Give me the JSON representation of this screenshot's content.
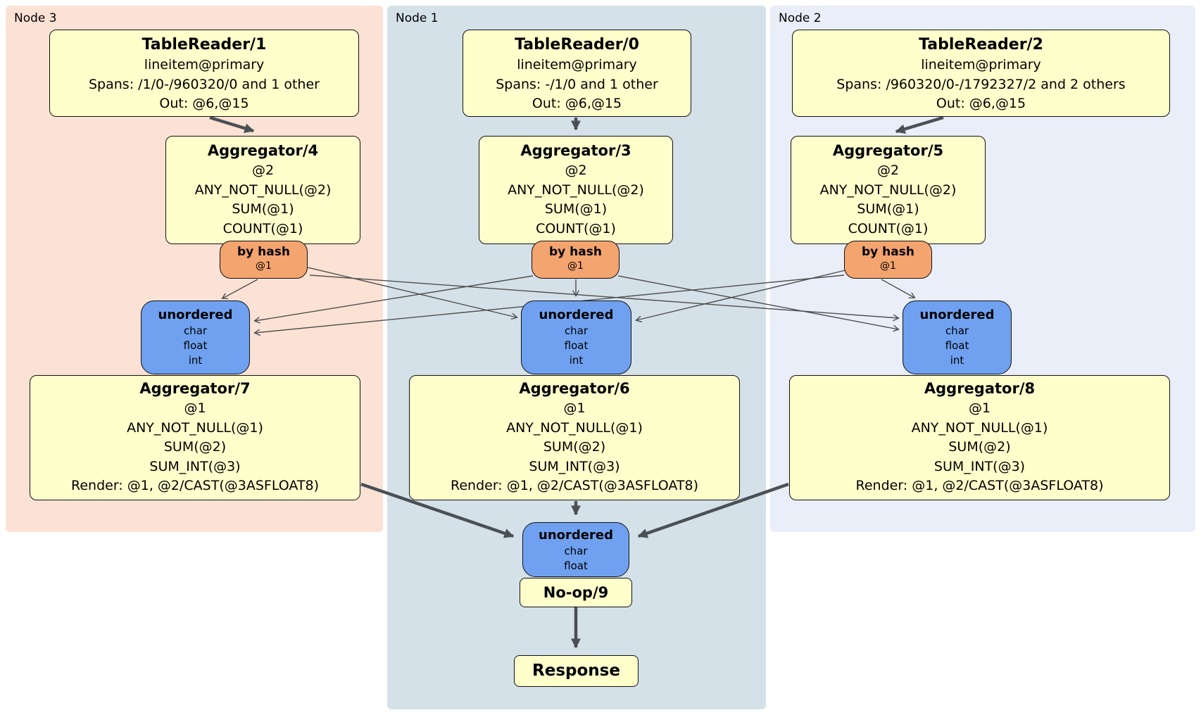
{
  "n3": {
    "label": "Node 3",
    "tr": {
      "title": "TableReader/1",
      "lines": [
        "lineitem@primary",
        "Spans: /1/0-/960320/0 and 1 other",
        "Out: @6,@15"
      ]
    },
    "agg_top": {
      "title": "Aggregator/4",
      "lines": [
        "@2",
        "ANY_NOT_NULL(@2)",
        "SUM(@1)",
        "COUNT(@1)"
      ]
    },
    "router": {
      "title": "by hash",
      "key": "@1"
    },
    "stream": {
      "title": "unordered",
      "types": [
        "char",
        "float",
        "int"
      ]
    },
    "agg_bottom": {
      "title": "Aggregator/7",
      "lines": [
        "@1",
        "ANY_NOT_NULL(@1)",
        "SUM(@2)",
        "SUM_INT(@3)",
        "Render: @1, @2/CAST(@3ASFLOAT8)"
      ]
    }
  },
  "n1": {
    "label": "Node 1",
    "tr": {
      "title": "TableReader/0",
      "lines": [
        "lineitem@primary",
        "Spans: -/1/0 and 1 other",
        "Out: @6,@15"
      ]
    },
    "agg_top": {
      "title": "Aggregator/3",
      "lines": [
        "@2",
        "ANY_NOT_NULL(@2)",
        "SUM(@1)",
        "COUNT(@1)"
      ]
    },
    "router": {
      "title": "by hash",
      "key": "@1"
    },
    "stream": {
      "title": "unordered",
      "types": [
        "char",
        "float",
        "int"
      ]
    },
    "agg_bottom": {
      "title": "Aggregator/6",
      "lines": [
        "@1",
        "ANY_NOT_NULL(@1)",
        "SUM(@2)",
        "SUM_INT(@3)",
        "Render: @1, @2/CAST(@3ASFLOAT8)"
      ]
    }
  },
  "n2": {
    "label": "Node 2",
    "tr": {
      "title": "TableReader/2",
      "lines": [
        "lineitem@primary",
        "Spans: /960320/0-/1792327/2 and 2 others",
        "Out: @6,@15"
      ]
    },
    "agg_top": {
      "title": "Aggregator/5",
      "lines": [
        "@2",
        "ANY_NOT_NULL(@2)",
        "SUM(@1)",
        "COUNT(@1)"
      ]
    },
    "router": {
      "title": "by hash",
      "key": "@1"
    },
    "stream": {
      "title": "unordered",
      "types": [
        "char",
        "float",
        "int"
      ]
    },
    "agg_bottom": {
      "title": "Aggregator/8",
      "lines": [
        "@1",
        "ANY_NOT_NULL(@1)",
        "SUM(@2)",
        "SUM_INT(@3)",
        "Render: @1, @2/CAST(@3ASFLOAT8)"
      ]
    }
  },
  "final": {
    "stream": {
      "title": "unordered",
      "types": [
        "char",
        "float"
      ]
    },
    "noop": {
      "title": "No-op/9"
    },
    "response": {
      "title": "Response"
    }
  },
  "colors": {
    "node3_bg": "#fbe2d4",
    "node1_bg": "#d5e1e9",
    "node2_bg": "#e9eef8",
    "processor_bg": "#ffffcc",
    "router_bg": "#f4a46f",
    "stream_bg": "#6fa1f0",
    "edge": "#4a5054"
  }
}
